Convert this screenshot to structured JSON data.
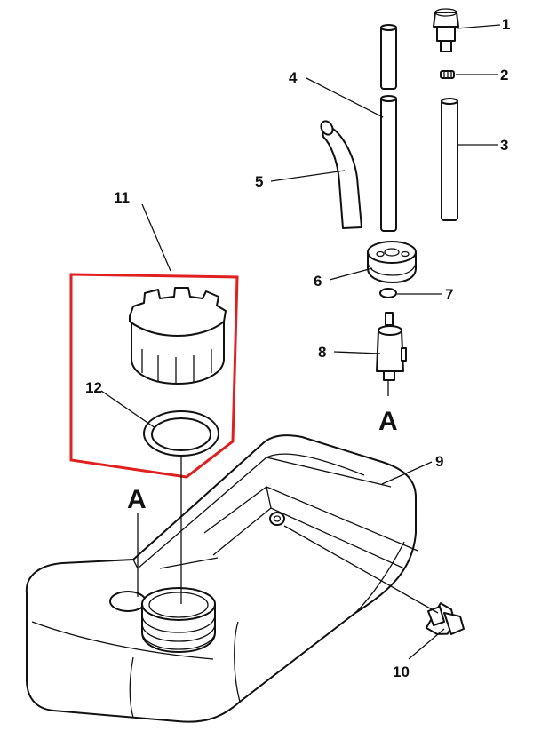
{
  "callouts": {
    "c1": "1",
    "c2": "2",
    "c3": "3",
    "c4": "4",
    "c5": "5",
    "c6": "6",
    "c7": "7",
    "c8": "8",
    "c9": "9",
    "c10": "10",
    "c11": "11",
    "c12": "12"
  },
  "connectors": {
    "top": "A",
    "bottom": "A"
  },
  "colors": {
    "highlight": "#e0201f",
    "line": "#111111"
  }
}
